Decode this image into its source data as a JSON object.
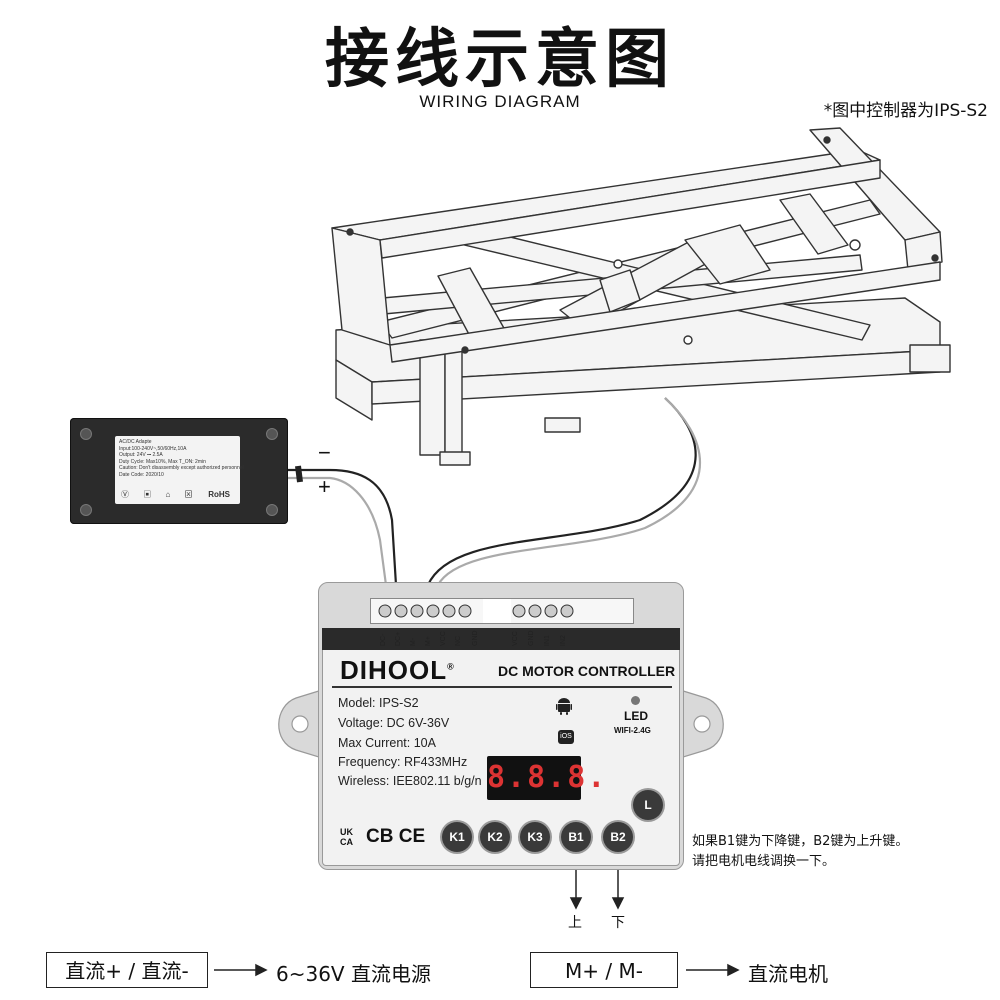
{
  "title": "接线示意图",
  "subtitle": "WIRING DIAGRAM",
  "note_top": "*图中控制器为IPS-S2",
  "adapter": {
    "lines": [
      "AC/DC Adapte",
      "Input:100-240V~,50/60Hz,10A",
      "Output: 24V ⎓ 2.5A",
      "Duty Cycle: Max10%, Max T_ON: 2min",
      "Caution: Don't disassembly except authorized personnel",
      "Date Code: 2020/10"
    ],
    "icons": "Ⓥ ▣ ⌂ ⊠",
    "rohs": "RoHS",
    "minus": "−",
    "plus": "+"
  },
  "controller": {
    "pins": [
      "DC-",
      "DC+",
      "M-",
      "M+",
      "VCC",
      "NC",
      "GND",
      "VCC",
      "GND",
      "IN1",
      "IN2"
    ],
    "brand": "DIHOOL",
    "brand_mark": "®",
    "product": "DC MOTOR CONTROLLER",
    "model": "Model: IPS-S2",
    "voltage": "Voltage: DC 6V-36V",
    "current": "Max Current: 10A",
    "frequency": "Frequency: RF433MHz",
    "wireless": "Wireless: IEE802.11 b/g/n",
    "display": "8.8.8.",
    "led": "LED",
    "wifi": "WIFI-2.4G",
    "ios": "iOS",
    "l_key": "L",
    "keys": [
      "K1",
      "K2",
      "K3",
      "B1",
      "B2"
    ],
    "cert_ukca": "UK CA",
    "cert": "CB CE"
  },
  "arrow_up": "上",
  "arrow_down": "下",
  "note_right": [
    "如果B1键为下降键，B2键为上升键。",
    "请把电机电线调换一下。"
  ],
  "legend": [
    {
      "box": "直流+ / 直流-",
      "text": "6~36V 直流电源"
    },
    {
      "box": "M+ / M-",
      "text": "直流电机"
    }
  ]
}
